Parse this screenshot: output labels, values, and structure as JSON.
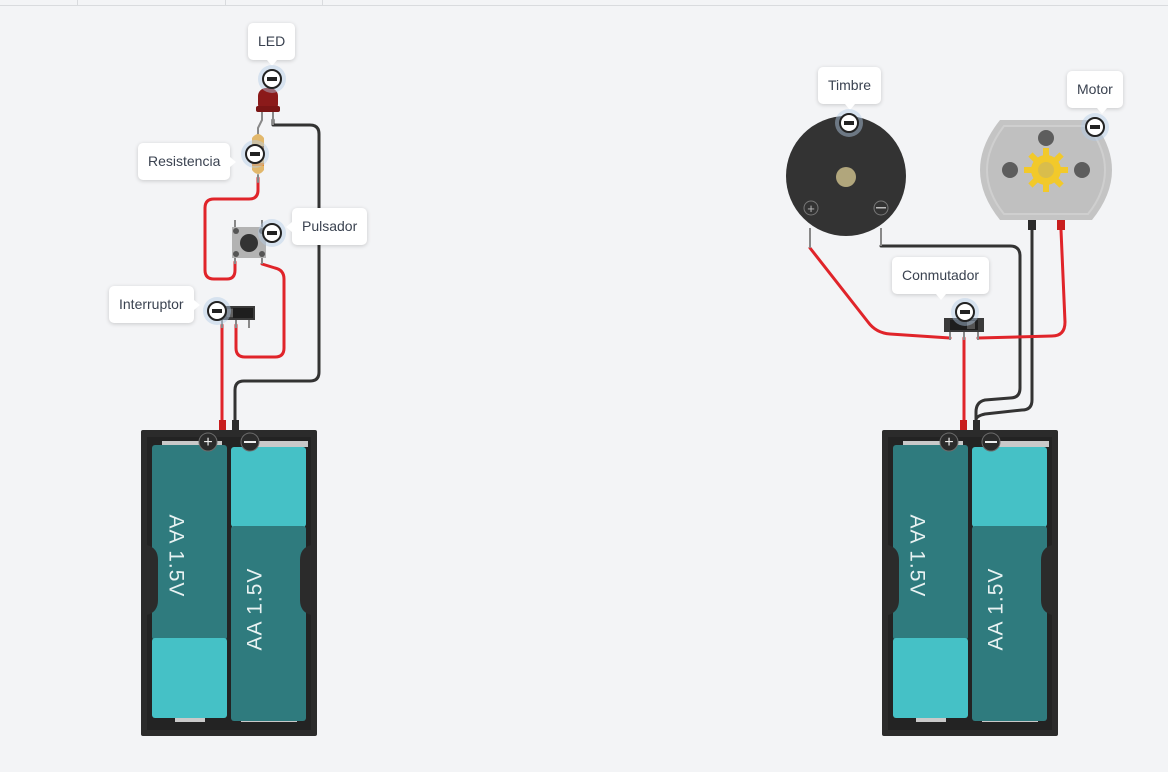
{
  "topbar": {
    "tabs": [
      "",
      "",
      ""
    ]
  },
  "colors": {
    "background": "#f3f4f6",
    "wire_red": "#e0242a",
    "wire_black": "#333333",
    "battery_dark": "#2f7b7e",
    "battery_light": "#45c1c6",
    "holder": "#2b2b2b",
    "led": "#8b1a1a",
    "gear": "#f2c92a"
  },
  "circuits": [
    {
      "name": "circuit-1",
      "components": [
        {
          "id": "led",
          "label": "LED"
        },
        {
          "id": "resistor",
          "label": "Resistencia"
        },
        {
          "id": "pushbutton",
          "label": "Pulsador"
        },
        {
          "id": "switch",
          "label": "Interruptor"
        }
      ],
      "battery": {
        "cells": [
          "AA 1.5V",
          "AA 1.5V"
        ],
        "plus": "+",
        "minus": "−"
      }
    },
    {
      "name": "circuit-2",
      "components": [
        {
          "id": "buzzer",
          "label": "Timbre"
        },
        {
          "id": "motor",
          "label": "Motor"
        },
        {
          "id": "toggle",
          "label": "Conmutador"
        }
      ],
      "battery": {
        "cells": [
          "AA 1.5V",
          "AA 1.5V"
        ],
        "plus": "+",
        "minus": "−"
      }
    }
  ]
}
